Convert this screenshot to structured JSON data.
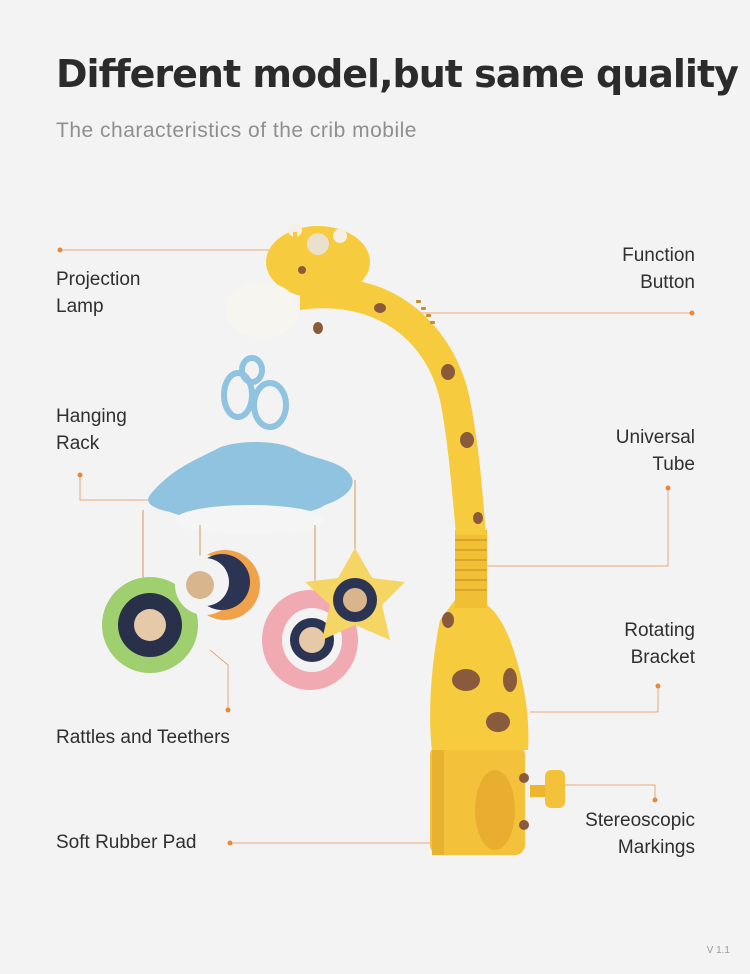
{
  "header": {
    "title": "Different model,but same quality",
    "subtitle": "The characteristics of the crib mobile"
  },
  "callouts": {
    "projection_lamp": [
      "Projection",
      "Lamp"
    ],
    "function_button": [
      "Function",
      "Button"
    ],
    "hanging_rack": [
      "Hanging",
      "Rack"
    ],
    "universal_tube": [
      "Universal",
      "Tube"
    ],
    "rotating_bracket": [
      "Rotating",
      "Bracket"
    ],
    "rattles_teethers": "Rattles and Teethers",
    "soft_rubber_pad": "Soft Rubber Pad",
    "stereoscopic_markings": [
      "Stereoscopic",
      "Markings"
    ]
  },
  "footer": {
    "version": "V 1.1"
  },
  "colors": {
    "background": "#f3f3f3",
    "accent_line": "#e8a878",
    "dot": "#e7893c",
    "giraffe_yellow": "#f6cc3e",
    "spots": "#8a5a3c",
    "ring_blue": "#8fc3e0"
  }
}
